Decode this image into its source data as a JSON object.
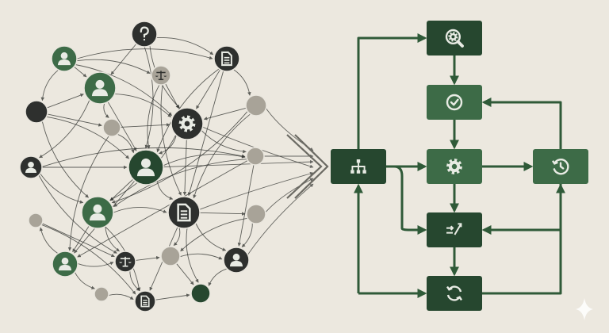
{
  "colors": {
    "background": "#ece8df",
    "dark_green": "#26472f",
    "mid_green": "#3d6b47",
    "charcoal": "#2e302e",
    "gray": "#a8a398",
    "edge": "#2d2f2c",
    "flow": "#2f5a38",
    "icon_light": "#e8ebe4"
  },
  "network": {
    "nodes": [
      {
        "id": "n1",
        "kind": "dark",
        "icon": "question-icon"
      },
      {
        "id": "n2",
        "kind": "green",
        "icon": "person-icon"
      },
      {
        "id": "n3",
        "kind": "gray",
        "icon": "scale-icon"
      },
      {
        "id": "n4",
        "kind": "dark",
        "icon": "document-icon"
      },
      {
        "id": "n5",
        "kind": "green",
        "icon": "person-icon"
      },
      {
        "id": "n6",
        "kind": "gray",
        "icon": "none"
      },
      {
        "id": "n7",
        "kind": "dark",
        "icon": "none"
      },
      {
        "id": "n8",
        "kind": "gray",
        "icon": "none"
      },
      {
        "id": "n9",
        "kind": "dark",
        "icon": "gear-icon"
      },
      {
        "id": "n10",
        "kind": "dark",
        "icon": "person-icon"
      },
      {
        "id": "n11",
        "kind": "darkgreen",
        "icon": "person-icon"
      },
      {
        "id": "n12",
        "kind": "gray",
        "icon": "none"
      },
      {
        "id": "n13",
        "kind": "green",
        "icon": "person-icon"
      },
      {
        "id": "n14",
        "kind": "dark",
        "icon": "document-icon"
      },
      {
        "id": "n15",
        "kind": "gray",
        "icon": "none"
      },
      {
        "id": "n16",
        "kind": "green",
        "icon": "person-icon"
      },
      {
        "id": "n17",
        "kind": "dark",
        "icon": "scale-icon"
      },
      {
        "id": "n18",
        "kind": "gray",
        "icon": "none"
      },
      {
        "id": "n19",
        "kind": "dark",
        "icon": "person-icon"
      },
      {
        "id": "n20",
        "kind": "gray",
        "icon": "none"
      },
      {
        "id": "n21",
        "kind": "dark",
        "icon": "document-icon"
      },
      {
        "id": "n22",
        "kind": "darkgreen",
        "icon": "none"
      },
      {
        "id": "n23",
        "kind": "gray",
        "icon": "none"
      }
    ],
    "edges": [
      [
        "n1",
        "n4"
      ],
      [
        "n1",
        "n5"
      ],
      [
        "n1",
        "n9"
      ],
      [
        "n2",
        "n3"
      ],
      [
        "n2",
        "n5"
      ],
      [
        "n2",
        "n7"
      ],
      [
        "n2",
        "n4"
      ],
      [
        "n3",
        "n9"
      ],
      [
        "n3",
        "n11"
      ],
      [
        "n4",
        "n6"
      ],
      [
        "n4",
        "n9"
      ],
      [
        "n4",
        "n11"
      ],
      [
        "n5",
        "n9"
      ],
      [
        "n5",
        "n11"
      ],
      [
        "n5",
        "n8"
      ],
      [
        "n5",
        "n10"
      ],
      [
        "n6",
        "n9"
      ],
      [
        "n6",
        "n14"
      ],
      [
        "n7",
        "n11"
      ],
      [
        "n7",
        "n8"
      ],
      [
        "n7",
        "n13"
      ],
      [
        "n8",
        "n11"
      ],
      [
        "n8",
        "n9"
      ],
      [
        "n8",
        "n16"
      ],
      [
        "n9",
        "n11"
      ],
      [
        "n9",
        "n14"
      ],
      [
        "n9",
        "n12"
      ],
      [
        "n9",
        "n13"
      ],
      [
        "n10",
        "n11"
      ],
      [
        "n10",
        "n13"
      ],
      [
        "n10",
        "n12"
      ],
      [
        "n11",
        "n13"
      ],
      [
        "n11",
        "n14"
      ],
      [
        "n11",
        "n12"
      ],
      [
        "n11",
        "n16"
      ],
      [
        "n12",
        "n13"
      ],
      [
        "n13",
        "n14"
      ],
      [
        "n13",
        "n16"
      ],
      [
        "n13",
        "n17"
      ],
      [
        "n13",
        "n21"
      ],
      [
        "n14",
        "n15"
      ],
      [
        "n14",
        "n19"
      ],
      [
        "n14",
        "n18"
      ],
      [
        "n14",
        "n21"
      ],
      [
        "n14",
        "n22"
      ],
      [
        "n15",
        "n19"
      ],
      [
        "n12",
        "n16"
      ],
      [
        "n16",
        "n17"
      ],
      [
        "n16",
        "n20"
      ],
      [
        "n17",
        "n18"
      ],
      [
        "n17",
        "n21"
      ],
      [
        "n18",
        "n19"
      ],
      [
        "n18",
        "n22"
      ],
      [
        "n19",
        "n22"
      ],
      [
        "n20",
        "n21"
      ],
      [
        "n21",
        "n22"
      ],
      [
        "n16",
        "n23"
      ],
      [
        "n23",
        "n21"
      ],
      [
        "n20",
        "n17"
      ],
      [
        "n3",
        "n14"
      ],
      [
        "n6",
        "n13"
      ],
      [
        "n12",
        "n19"
      ],
      [
        "n15",
        "n18"
      ],
      [
        "n1",
        "n11"
      ],
      [
        "n7",
        "n5"
      ],
      [
        "n10",
        "n17"
      ],
      [
        "n2",
        "n9"
      ],
      [
        "n4",
        "n14"
      ]
    ]
  },
  "flow": {
    "boxes": [
      {
        "id": "hierarchy",
        "icon": "hierarchy-icon",
        "shade": "dark"
      },
      {
        "id": "search",
        "icon": "search-gear-icon",
        "shade": "dark"
      },
      {
        "id": "approve",
        "icon": "check-circle-icon",
        "shade": "mid"
      },
      {
        "id": "process",
        "icon": "gear-icon",
        "shade": "mid"
      },
      {
        "id": "history",
        "icon": "history-icon",
        "shade": "mid"
      },
      {
        "id": "decision",
        "icon": "compare-icon",
        "shade": "dark"
      },
      {
        "id": "cycle",
        "icon": "refresh-icon",
        "shade": "dark"
      }
    ],
    "connectors": [
      {
        "from": "hierarchy",
        "to": "search",
        "route": "up-right"
      },
      {
        "from": "search",
        "to": "approve",
        "route": "down"
      },
      {
        "from": "approve",
        "to": "process",
        "route": "down"
      },
      {
        "from": "hierarchy",
        "to": "process",
        "route": "right"
      },
      {
        "from": "process",
        "to": "history",
        "route": "right"
      },
      {
        "from": "history",
        "to": "approve",
        "route": "up-left"
      },
      {
        "from": "process",
        "to": "decision",
        "route": "down"
      },
      {
        "from": "hierarchy",
        "to": "decision",
        "route": "down-right"
      },
      {
        "from": "history",
        "to": "decision",
        "route": "down-left"
      },
      {
        "from": "decision",
        "to": "cycle",
        "route": "down"
      },
      {
        "from": "hierarchy",
        "to": "cycle",
        "route": "down-right-long"
      },
      {
        "from": "cycle",
        "to": "history",
        "route": "right-up"
      },
      {
        "from": "cycle",
        "to": "hierarchy",
        "route": "left-up"
      }
    ]
  }
}
